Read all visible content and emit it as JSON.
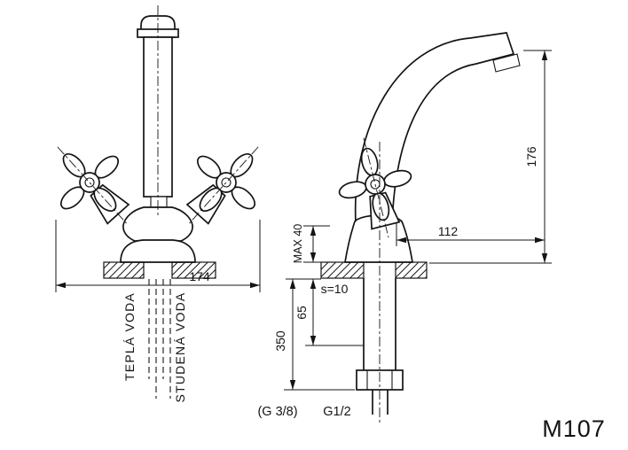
{
  "drawing": {
    "model": "M107",
    "front_view": {
      "overall_width": "174",
      "hot_water_label": "TEPLÁ VODA",
      "cold_water_label": "STUDENÁ VODA"
    },
    "side_view": {
      "spout_height": "176",
      "spout_reach": "112",
      "max_deck_thickness": "MAX 40",
      "plate_thickness": "s=10",
      "shank_length": "65",
      "hose_length": "350",
      "hose_thread": "(G 3/8)",
      "connection_thread": "G1/2"
    },
    "colors": {
      "line": "#141414",
      "background": "#ffffff"
    }
  }
}
